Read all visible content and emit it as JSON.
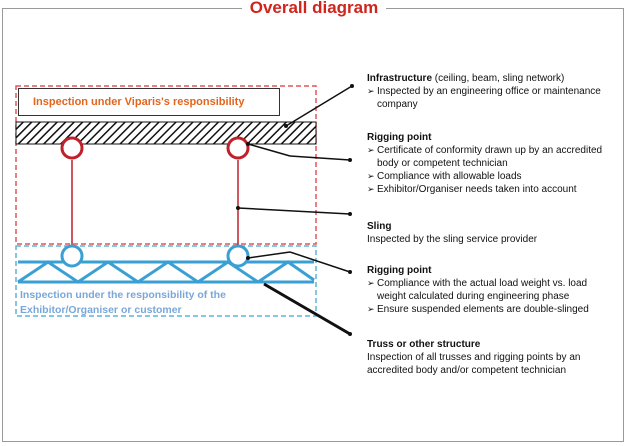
{
  "title": "Overall diagram",
  "zones": {
    "viparis": "Inspection under Viparis's responsibility",
    "exhibitor_line1": "Inspection under the responsibility of the",
    "exhibitor_line2": "Exhibitor/Organiser or customer"
  },
  "colors": {
    "title": "#d0241c",
    "viparis_zone": "#e0555a",
    "viparis_label": "#e2651f",
    "exhibitor_zone": "#5fb4d8",
    "exhibitor_label": "#7aa7d8",
    "rigging_upper": "#c0202a",
    "truss": "#3aa0d4"
  },
  "annotations": {
    "infrastructure": {
      "heading": "Infrastructure",
      "heading_rest": " (ceiling, beam, sling network)",
      "lines": [
        "Inspected by an engineering office or maintenance company"
      ]
    },
    "rigging_point_1": {
      "heading": "Rigging point",
      "lines": [
        "Certificate of conformity drawn up by an accredited body or competent technician",
        "Compliance with allowable loads",
        "Exhibitor/Organiser needs taken into account"
      ]
    },
    "sling": {
      "heading": "Sling",
      "text": "Inspected by the sling service provider"
    },
    "rigging_point_2": {
      "heading": "Rigging point",
      "lines": [
        "Compliance with the actual load weight vs. load weight calculated during engineering phase",
        "Ensure suspended elements are double-slinged"
      ]
    },
    "truss": {
      "heading": "Truss or other structure",
      "text": "Inspection of all trusses and rigging points by an accredited body and/or competent technician"
    }
  }
}
